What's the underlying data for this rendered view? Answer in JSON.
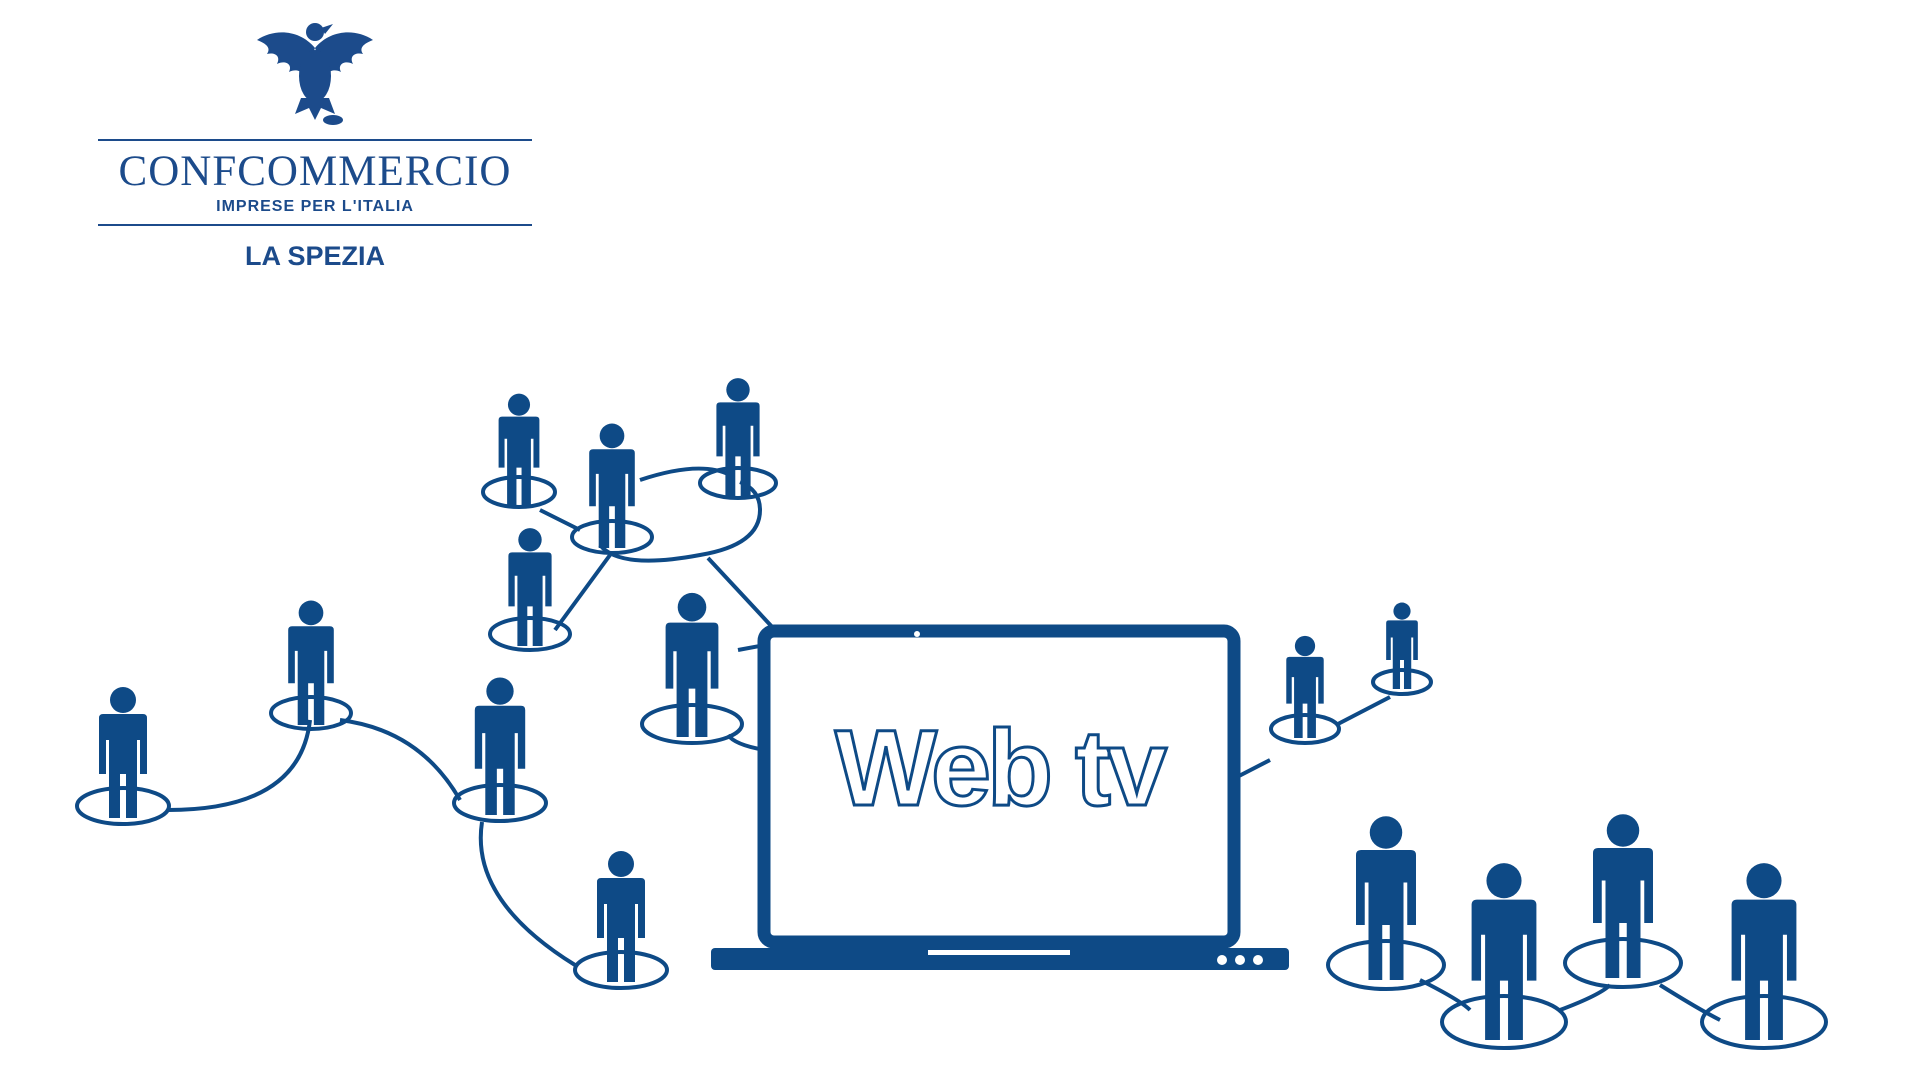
{
  "logo": {
    "brand": "CONFCOMMERCIO",
    "tagline": "IMPRESE PER L'ITALIA",
    "city": "LA SPEZIA",
    "emblem": "eagle-emblem"
  },
  "screen": {
    "label": "Web tv"
  },
  "colors": {
    "brand_blue": "#0e4a86",
    "logo_blue": "#1c4b8b",
    "background": "#ffffff"
  },
  "icons": [
    "person-icon",
    "laptop-icon",
    "eagle-emblem"
  ]
}
